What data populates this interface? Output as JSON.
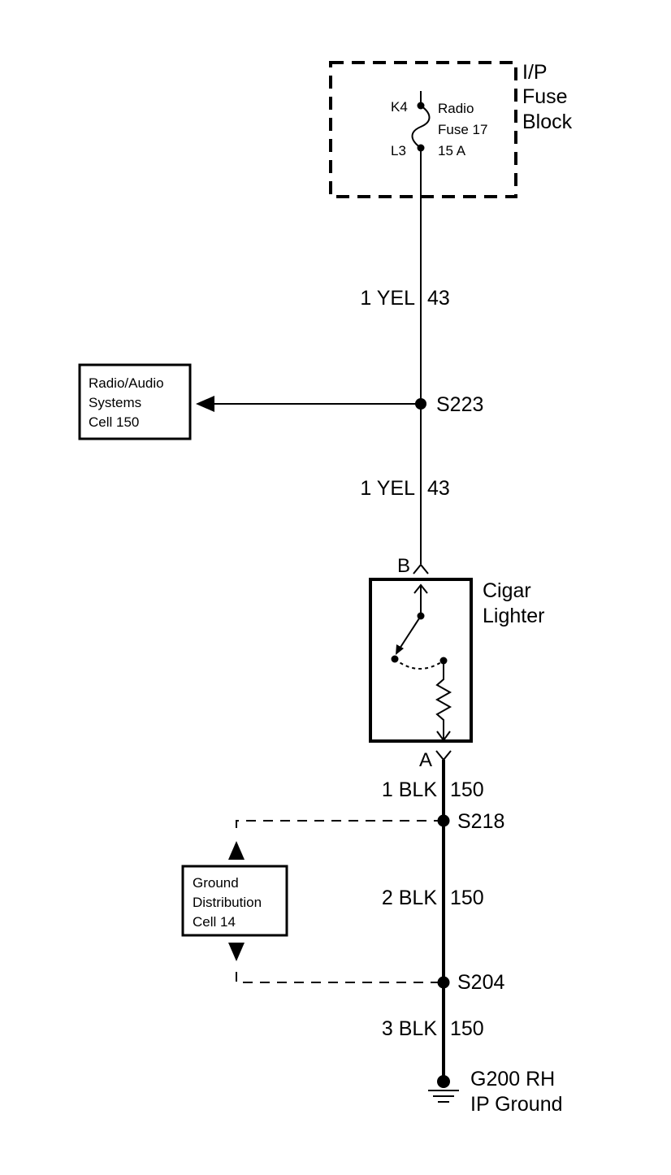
{
  "fuse_block": {
    "title_lines": [
      "I/P",
      "Fuse",
      "Block"
    ],
    "pin_top": "K4",
    "pin_bottom": "L3",
    "fuse_lines": [
      "Radio",
      "Fuse 17",
      "15 A"
    ]
  },
  "wires": {
    "upper": {
      "gauge_color": "1 YEL",
      "circuit": "43"
    },
    "middle": {
      "gauge_color": "1 YEL",
      "circuit": "43"
    },
    "lower1": {
      "gauge_color": "1 BLK",
      "circuit": "150"
    },
    "lower2": {
      "gauge_color": "2 BLK",
      "circuit": "150"
    },
    "lower3": {
      "gauge_color": "3 BLK",
      "circuit": "150"
    }
  },
  "splices": {
    "s223": "S223",
    "s218": "S218",
    "s204": "S204"
  },
  "radio_box": {
    "lines": [
      "Radio/Audio",
      "Systems",
      "Cell 150"
    ]
  },
  "ground_box": {
    "lines": [
      "Ground",
      "Distribution",
      "Cell 14"
    ]
  },
  "component": {
    "name_lines": [
      "Cigar",
      "Lighter"
    ],
    "pin_top": "B",
    "pin_bottom": "A"
  },
  "ground": {
    "lines": [
      "G200 RH",
      "IP Ground"
    ]
  }
}
